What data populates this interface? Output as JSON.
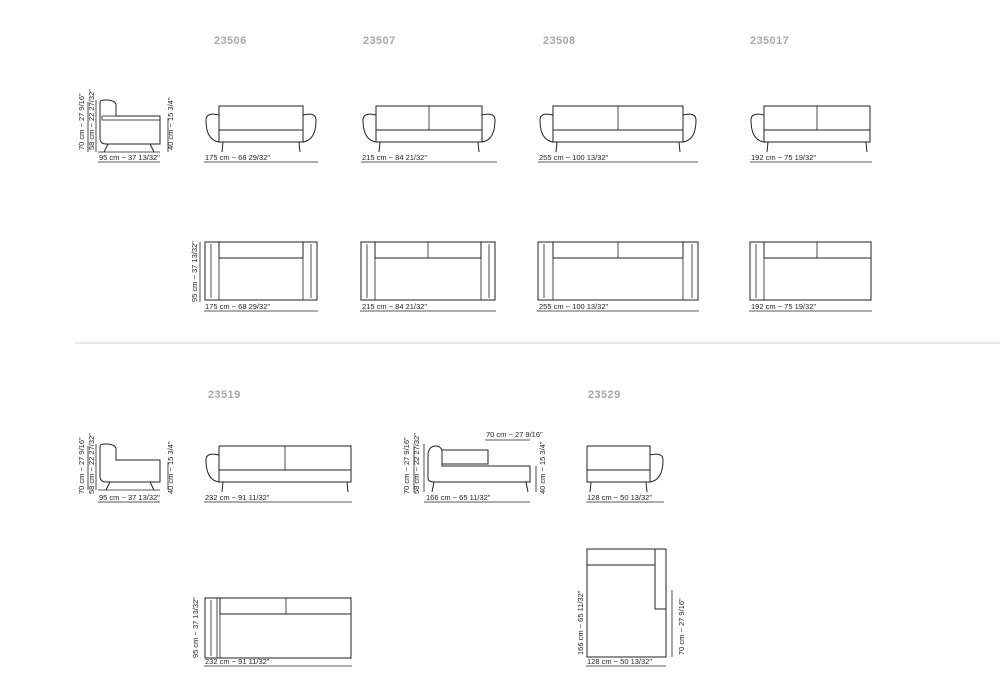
{
  "model_codes": {
    "c23506": "23506",
    "c23507": "23507",
    "c23508": "23508",
    "c235017": "235017",
    "c23519": "23519",
    "c23529": "23529"
  },
  "dimensions": {
    "sideA_h70": "70 cm ~ 27 9/16\"",
    "sideA_h58": "58 cm ~ 22 27/32\"",
    "sideA_h40": "40 cm ~ 15 3/4\"",
    "sideA_w95": "95 cm ~ 37 13/32\"",
    "w175": "175 cm ~ 68 29/32\"",
    "w215": "215 cm ~ 84 21/32\"",
    "w255": "255 cm ~ 100 13/32\"",
    "w192": "192 cm ~ 75 19/32\"",
    "plan_w175": "175 cm ~ 68 29/32\"",
    "plan_w215": "215 cm ~ 84 21/32\"",
    "plan_w255": "255 cm ~ 100 13/32\"",
    "plan_w192": "192 cm ~ 75 19/32\"",
    "plan_d95": "95 cm ~ 37 13/32\"",
    "sideB_h70": "70 cm ~ 27 9/16\"",
    "sideB_h58": "58 cm ~ 22 27/32\"",
    "sideB_h40": "40 cm ~ 15 3/4\"",
    "sideB_w95": "95 cm ~ 37 13/32\"",
    "w232": "232 cm ~ 91 11/32\"",
    "chaise_top70": "70 cm ~ 27 9/16\"",
    "chaise_h70": "70 cm ~ 27 9/16\"",
    "chaise_h58": "58 cm ~ 22 27/32\"",
    "chaise_h40": "40 cm ~ 15 3/4\"",
    "w166": "166 cm ~ 65 11/32\"",
    "w128": "128 cm ~ 50 13/32\"",
    "plan_w232": "232 cm ~ 91 11/32\"",
    "plan_d95b": "95 cm ~ 37 13/32\"",
    "plan_w128": "128 cm ~ 50 13/32\"",
    "plan_d166": "166 cm ~ 65 11/32\"",
    "plan_h70": "70 cm ~ 27 9/16\""
  }
}
